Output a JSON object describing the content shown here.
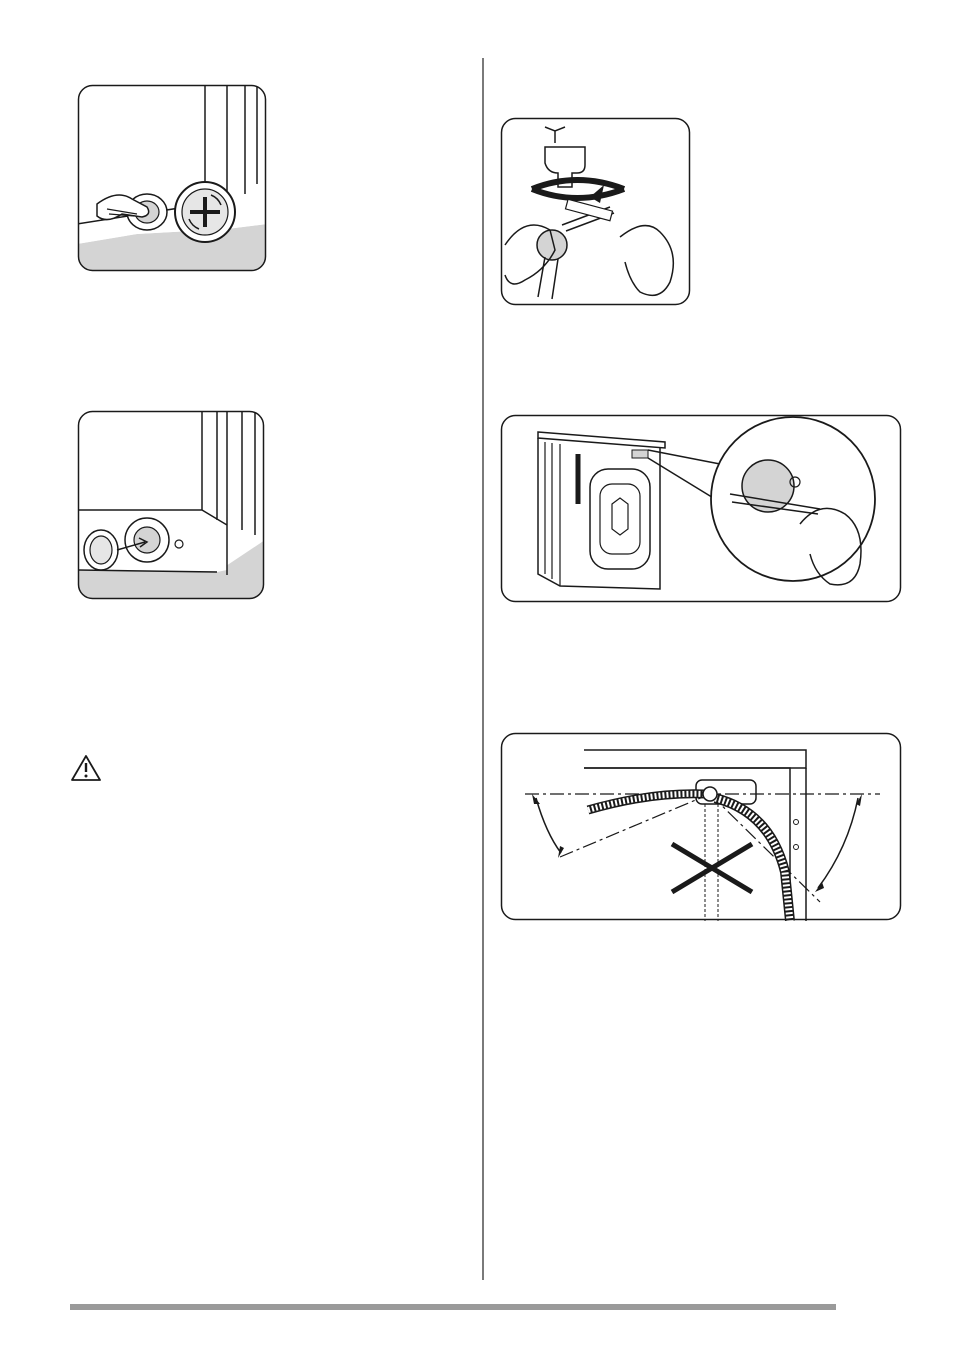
{
  "page": {
    "background": "#ffffff",
    "line_color": "#1a1a1a",
    "panel_fill": "#d4d4d4",
    "rule_color": "#9a9a9a"
  },
  "figures": [
    {
      "id": "fig-filter-cleaning",
      "icon": "filter-cleaning-illustration"
    },
    {
      "id": "fig-filter-reinsert",
      "icon": "filter-reinsert-illustration"
    },
    {
      "id": "fig-tap-filter-brush",
      "icon": "tap-filter-brush-illustration"
    },
    {
      "id": "fig-inlet-filter-brush",
      "icon": "inlet-filter-brush-illustration"
    },
    {
      "id": "fig-hose-angle",
      "icon": "hose-angle-illustration"
    }
  ],
  "warning": {
    "icon": "warning-triangle-icon",
    "color": "#1a1a1a"
  }
}
